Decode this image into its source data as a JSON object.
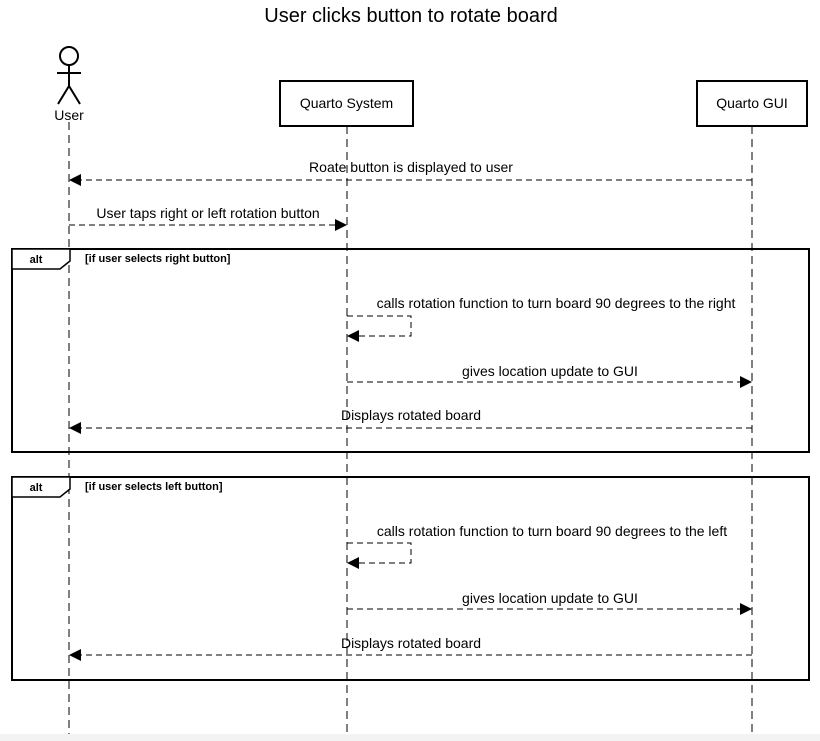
{
  "diagram": {
    "title": "User clicks button to rotate board",
    "participants": [
      {
        "id": "user",
        "label": "User",
        "kind": "actor"
      },
      {
        "id": "system",
        "label": "Quarto System",
        "kind": "box"
      },
      {
        "id": "gui",
        "label": "Quarto GUI",
        "kind": "box"
      }
    ],
    "messages": [
      {
        "label": "Roate button is displayed to user",
        "from": "gui",
        "to": "user"
      },
      {
        "label": "User taps right or left rotation button",
        "from": "user",
        "to": "system"
      }
    ],
    "fragments": [
      {
        "operator": "alt",
        "guard": "[if user selects right button]",
        "messages": [
          {
            "label": "calls rotation function to turn board 90 degrees to the right",
            "from": "system",
            "to": "system"
          },
          {
            "label": "gives location update to GUI",
            "from": "system",
            "to": "gui"
          },
          {
            "label": "Displays rotated board",
            "from": "gui",
            "to": "user"
          }
        ]
      },
      {
        "operator": "alt",
        "guard": "[if user selects left button]",
        "messages": [
          {
            "label": "calls rotation function to turn board 90 degrees to the left",
            "from": "system",
            "to": "system"
          },
          {
            "label": "gives location update to GUI",
            "from": "system",
            "to": "gui"
          },
          {
            "label": "Displays rotated board",
            "from": "gui",
            "to": "user"
          }
        ]
      }
    ]
  }
}
